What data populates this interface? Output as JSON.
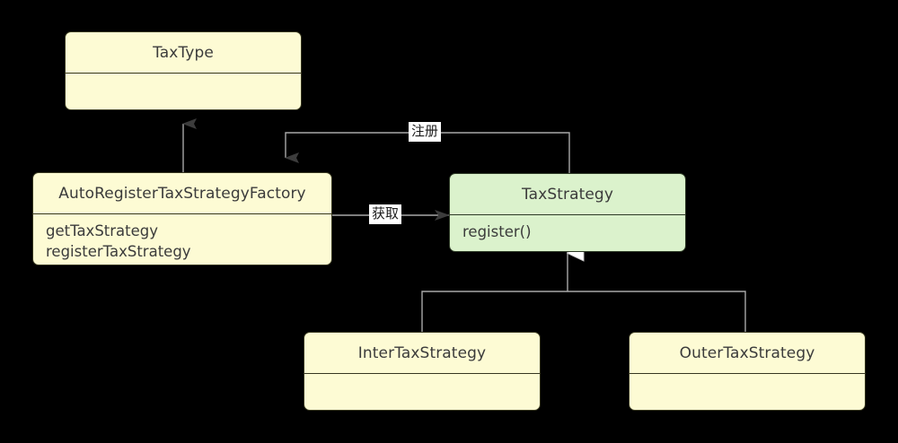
{
  "diagram": {
    "title": "TaxStrategy UML Class Diagram",
    "type": "uml-class-diagram",
    "background_color": "#000000",
    "palette": {
      "class_fill_yellow": "#fdfbd4",
      "class_fill_green": "#dbf2cc",
      "class_border_yellow": "#36361f",
      "class_border_green": "#2d3a26",
      "connector_color": "#a8a8a8",
      "arrow_fill_dark": "#3c3c3c",
      "arrow_fill_hollow": "#ffffff",
      "label_bg": "#ffffff",
      "text_color": "#3b3b3b"
    },
    "classes": [
      {
        "id": "taxtype",
        "name": "TaxType",
        "fill": "yellow",
        "members": []
      },
      {
        "id": "factory",
        "name": "AutoRegisterTaxStrategyFactory",
        "fill": "yellow",
        "members": [
          "getTaxStrategy",
          "registerTaxStrategy"
        ]
      },
      {
        "id": "taxstrategy",
        "name": "TaxStrategy",
        "fill": "green",
        "members": [
          "register()"
        ]
      },
      {
        "id": "intertax",
        "name": "InterTaxStrategy",
        "fill": "yellow",
        "members": []
      },
      {
        "id": "outertax",
        "name": "OuterTaxStrategy",
        "fill": "yellow",
        "members": []
      }
    ],
    "edges": [
      {
        "id": "factory-to-taxtype",
        "from": "factory",
        "to": "taxtype",
        "label": "",
        "arrow": "filled-dark",
        "style": "solid"
      },
      {
        "id": "taxstrategy-to-factory",
        "from": "taxstrategy",
        "to": "factory",
        "label": "注册",
        "arrow": "filled-dark",
        "style": "solid-orthogonal"
      },
      {
        "id": "factory-to-taxstrategy",
        "from": "factory",
        "to": "taxstrategy",
        "label": "获取",
        "arrow": "filled-dark",
        "style": "solid"
      },
      {
        "id": "intertax-generalization",
        "from": "intertax",
        "to": "taxstrategy",
        "label": "",
        "arrow": "hollow-triangle",
        "style": "solid-orthogonal"
      },
      {
        "id": "outertax-generalization",
        "from": "outertax",
        "to": "taxstrategy",
        "label": "",
        "arrow": "hollow-triangle",
        "style": "solid-orthogonal"
      }
    ]
  }
}
